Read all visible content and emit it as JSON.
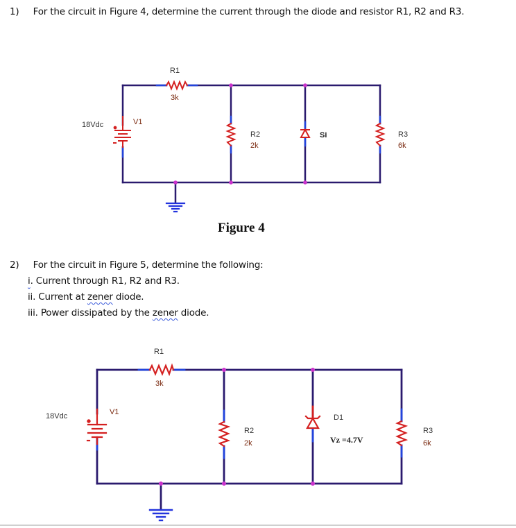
{
  "question1": {
    "number": "1)",
    "text": "For the circuit in Figure 4, determine the current through the diode and resistor R1, R2 and R3."
  },
  "figure4": {
    "caption": "Figure 4",
    "source": {
      "label": "18Vdc",
      "name": "V1"
    },
    "r1": {
      "name": "R1",
      "value": "3k"
    },
    "r2": {
      "name": "R2",
      "value": "2k"
    },
    "diode": {
      "name": "Si"
    },
    "r3": {
      "name": "R3",
      "value": "6k"
    }
  },
  "question2": {
    "number": "2)",
    "text": "For the circuit in Figure 5, determine the following:",
    "items": [
      {
        "prefix": "i",
        "rest": ". Current through R1, R2 and R3."
      },
      {
        "before": "ii. Current at ",
        "word": "zener",
        "after": " diode."
      },
      {
        "before": "iii. Power dissipated by the ",
        "word": "zener",
        "after": " diode."
      }
    ]
  },
  "figure5": {
    "source": {
      "label": "18Vdc",
      "name": "V1"
    },
    "r1": {
      "name": "R1",
      "value": "3k"
    },
    "r2": {
      "name": "R2",
      "value": "2k"
    },
    "diode": {
      "name": "D1",
      "vz": "Vz =4.7V"
    },
    "r3": {
      "name": "R3",
      "value": "6k"
    }
  },
  "colors": {
    "wire": "#2a1a6e",
    "component": "#d42020",
    "lead": "#2244dd",
    "node": "#cc33cc",
    "ground": "#2233dd",
    "label": "#333333",
    "value_label": "#7a2a10"
  }
}
